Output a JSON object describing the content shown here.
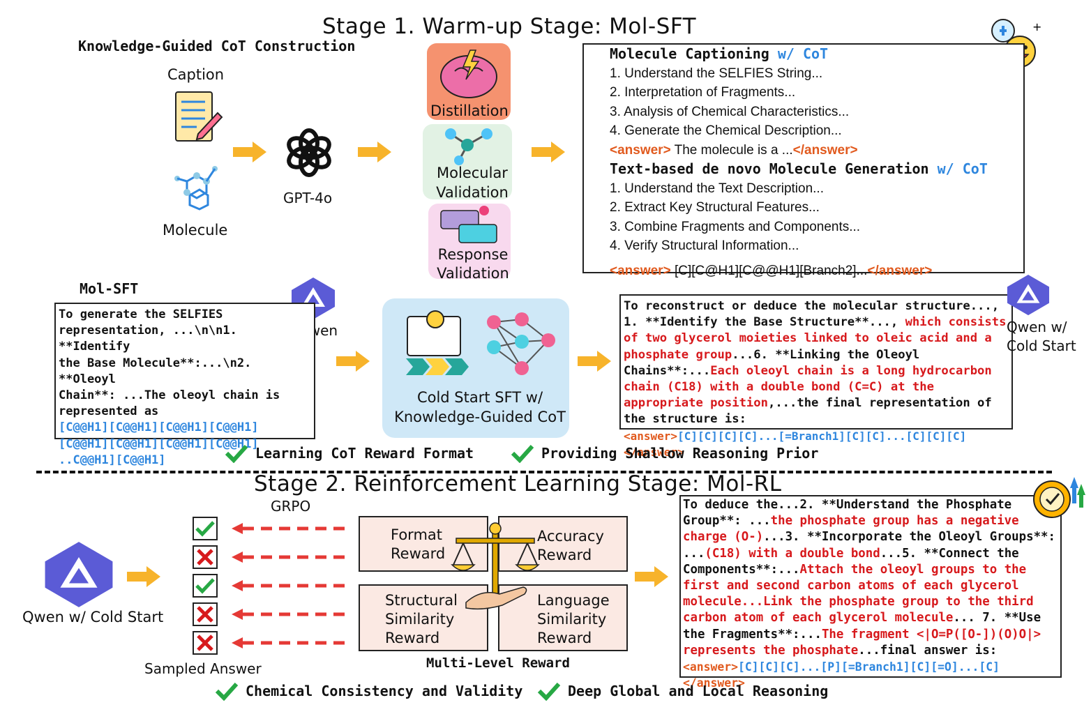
{
  "stage1": {
    "title": "Stage 1. Warm-up Stage: Mol-SFT",
    "kg_title": "Knowledge-Guided CoT Construction",
    "caption_label": "Caption",
    "molecule_label": "Molecule",
    "gpt_label": "GPT-4o",
    "distillation_label": "Distillation",
    "mol_validation_label": [
      "Molecular",
      "Validation"
    ],
    "resp_validation_label": [
      "Response",
      "Validation"
    ],
    "cot_box": {
      "cap_title": "Molecule Captioning",
      "cap_suffix": "w/ CoT",
      "cap_steps": [
        "1. Understand the SELFIES String...",
        "2. Interpretation of Fragments...",
        "3. Analysis of Chemical Characteristics...",
        "4. Generate the Chemical Description..."
      ],
      "cap_answer_open": "<answer>",
      "cap_answer_text": " The molecule is a ...",
      "cap_answer_close": "</answer>",
      "gen_title": "Text-based de novo Molecule Generation",
      "gen_suffix": "w/ CoT",
      "gen_steps": [
        "1. Understand the Text Description...",
        "2. Extract Key Structural Features...",
        "3. Combine Fragments and Components...",
        "4. Verify Structural Information..."
      ],
      "gen_answer_open": "<answer>",
      "gen_answer_text": " [C][C@H1][C@@H1][Branch2]...",
      "gen_answer_close": "</answer>"
    },
    "molsft_title": "Mol-SFT",
    "qwen_label": "Qwen",
    "molsft_text": [
      "To generate the SELFIES",
      "representation, ...\\n\\n1. **Identify",
      "the Base Molecule**:...\\n2. **Oleoyl",
      "Chain**: ...The oleoyl chain is",
      "represented as"
    ],
    "molsft_blue": [
      "[C@@H1][C@@H1][C@@H1][C@@H1]",
      "[C@@H1][C@@H1][C@@H1][C@@H1]",
      "..C@@H1][C@@H1]"
    ],
    "coldstart_label": [
      "Cold Start SFT w/",
      "Knowledge-Guided CoT"
    ],
    "qwen_cold_label": [
      "Qwen w/",
      "Cold Start"
    ],
    "reconstruct": {
      "p1": "To reconstruct or deduce the molecular structure..., 1.",
      "p2": "**Identify the Base Structure**...,",
      "r1": " which consists of two glycerol moieties linked to oleic acid and a phosphate group",
      "p3": "...6. **Linking the Oleoyl Chains**:...",
      "r2": "Each oleoyl chain is a long hydrocarbon chain (C18) with a double bond (C=C) at the appropriate position",
      "p4": ",...the final representation of the structure is:",
      "ans_open": "<answer>",
      "ans_text": "[C][C][C][C]...[=Branch1][C][C]...[C][C][C]",
      "ans_close": "</answer>"
    },
    "check1": "Learning CoT Reward Format",
    "check2": "Providing Shallow Reasoning Prior"
  },
  "stage2": {
    "title": "Stage 2. Reinforcement Learning Stage: Mol-RL",
    "grpo_label": "GRPO",
    "qwen_label": "Qwen w/ Cold Start",
    "sampled_label": "Sampled Answer",
    "sampled": [
      "correct",
      "wrong",
      "correct",
      "wrong",
      "wrong"
    ],
    "rewards": {
      "format": [
        "Format",
        "Reward"
      ],
      "accuracy": [
        "Accuracy",
        "Reward"
      ],
      "structural": [
        "Structural",
        "Similarity",
        "Reward"
      ],
      "language": [
        "Language",
        "Similarity",
        "Reward"
      ]
    },
    "multi_label": "Multi-Level Reward",
    "deduce": {
      "p1": "To deduce the...2. **Understand the Phosphate Group**: ...",
      "r1": "the phosphate group has a negative charge (O-)",
      "p2": "...3. **Incorporate the Oleoyl Groups**: ...",
      "r2": "(C18) with a double bond",
      "p3": "...5. **Connect the Components**:...",
      "r3": "Attach the oleoyl groups to the first and second carbon atoms of each glycerol molecule...Link the phosphate group to the third carbon atom of each glycerol molecule",
      "p4": "... 7. **Use the Fragments**:...",
      "r4": "The fragment <|O=P([O-])(O)O|> represents the phosphate",
      "p5": "...final answer is:",
      "ans_open": "<answer>",
      "ans_text": "[C][C][C]...[P][=Branch1][C][=O]...[C]",
      "ans_close": "</answer>"
    },
    "check1": "Chemical Consistency and Validity",
    "check2": "Deep Global and Local Reasoning"
  },
  "colors": {
    "accent_blue": "#2e86de",
    "red": "#d7191c",
    "orange": "#e15a1e",
    "arrow": "#f7b32b",
    "check": "#27a844",
    "reward_bg": "#fbe9e3"
  }
}
